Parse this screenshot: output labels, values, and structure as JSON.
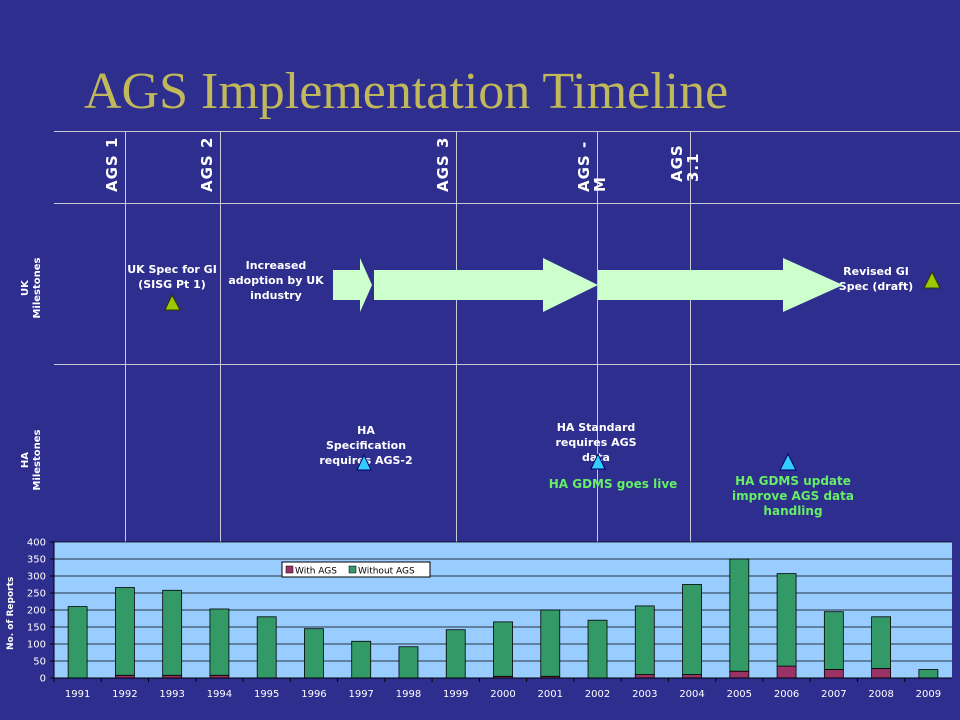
{
  "slide": {
    "title": "AGS Implementation Timeline",
    "versions": [
      "AGS 1",
      "AGS 2",
      "AGS 3",
      "AGS - M",
      "AGS 3.1"
    ],
    "row_labels": {
      "uk": "UK Milestones",
      "ha": "HA Milestones"
    },
    "uk_notes": {
      "spec": "UK Spec for GI (SISG Pt 1)",
      "adoption": "Increased adoption by UK industry",
      "revised": "Revised GI Spec (draft)"
    },
    "ha_notes": {
      "spec": "HA Specification requires AGS-2",
      "standard": "HA Standard requires AGS data",
      "gdms_live": "HA GDMS goes live",
      "gdms_update": "HA GDMS update improve AGS data handling"
    },
    "colors": {
      "background": "#2e2e8f",
      "title": "#c0b85a",
      "with_ags": "#993366",
      "without_ags": "#339966",
      "plot_bg": "#99ccff",
      "arrow": "#ccffcc",
      "uk_marker": "#99cc00",
      "ha_marker": "#33ccff"
    }
  },
  "chart_data": {
    "type": "bar",
    "stacked": true,
    "categories": [
      "1991",
      "1992",
      "1993",
      "1994",
      "1995",
      "1996",
      "1997",
      "1998",
      "1999",
      "2000",
      "2001",
      "2002",
      "2003",
      "2004",
      "2005",
      "2006",
      "2007",
      "2008",
      "2009"
    ],
    "series": [
      {
        "name": "With AGS",
        "values": [
          0,
          8,
          8,
          8,
          0,
          0,
          0,
          0,
          0,
          5,
          5,
          0,
          10,
          10,
          20,
          35,
          25,
          28,
          0
        ]
      },
      {
        "name": "Without AGS",
        "values": [
          210,
          258,
          250,
          195,
          180,
          145,
          108,
          92,
          142,
          160,
          195,
          170,
          202,
          265,
          330,
          272,
          170,
          152,
          25
        ]
      }
    ],
    "ylabel": "No. of Reports",
    "ylim": [
      0,
      400
    ],
    "yticks": [
      0,
      50,
      100,
      150,
      200,
      250,
      300,
      350,
      400
    ],
    "grid": true,
    "legend": "top-left"
  }
}
